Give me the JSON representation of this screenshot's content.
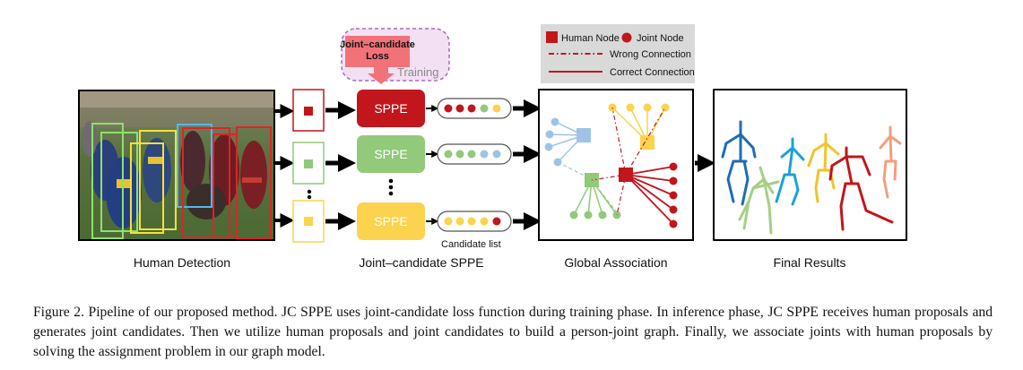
{
  "figure": {
    "stages": {
      "detection": "Human Detection",
      "sppe": "Joint–candidate SPPE",
      "association": "Global Association",
      "results": "Final Results"
    },
    "sppe_label": "SPPE",
    "candidate_list": "Candidate list",
    "loss": {
      "line1": "Joint–candidate",
      "line2": "Loss",
      "training": "Training"
    },
    "legend": {
      "human_node": "Human Node",
      "joint_node": "Joint Node",
      "wrong": "Wrong Connection",
      "correct": "Correct Connection"
    }
  },
  "colors": {
    "red": "#c0161c",
    "green": "#92c97a",
    "yellow": "#fbd34e",
    "blue": "#9ec3e6",
    "loss_pink": "#f2727a",
    "legend_bg": "#d9d9d9"
  },
  "caption": "Figure 2. Pipeline of our proposed method. JC SPPE uses joint-candidate loss function during training phase. In inference phase, JC SPPE receives human proposals and generates joint candidates. Then we utilize human proposals and joint candidates to build a person-joint graph. Finally, we associate joints with human proposals by solving the assignment problem in our graph model."
}
